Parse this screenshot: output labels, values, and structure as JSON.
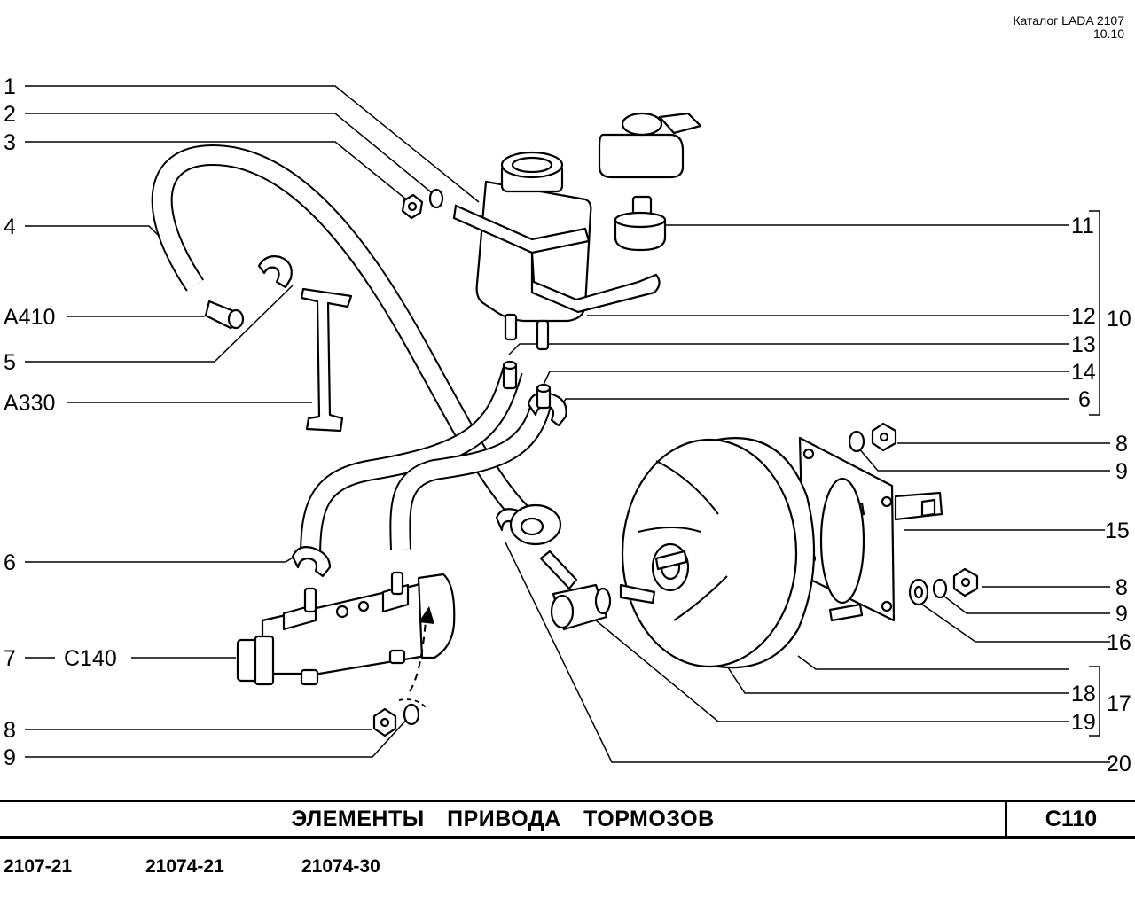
{
  "header": {
    "catalog": "Каталог LADA 2107",
    "date": "10.10"
  },
  "callouts": {
    "c1": "1",
    "c2": "2",
    "c3": "3",
    "c4": "4",
    "a410": "A410",
    "c5": "5",
    "a330": "A330",
    "c6_left": "6",
    "c7": "7",
    "c140": "C140",
    "c8_left": "8",
    "c9_left": "9",
    "c11": "11",
    "c12": "12",
    "c10": "10",
    "c13": "13",
    "c14": "14",
    "c6_right": "6",
    "c8_top": "8",
    "c9_top": "9",
    "c15": "15",
    "c8_mid": "8",
    "c9_mid": "9",
    "c16": "16",
    "c18": "18",
    "c17": "17",
    "c19": "19",
    "c20": "20"
  },
  "footer": {
    "title": "ЭЛЕМЕНТЫ   ПРИВОДА   ТОРМОЗОВ",
    "code": "C110",
    "models": [
      "2107-21",
      "21074-21",
      "21074-30"
    ]
  }
}
